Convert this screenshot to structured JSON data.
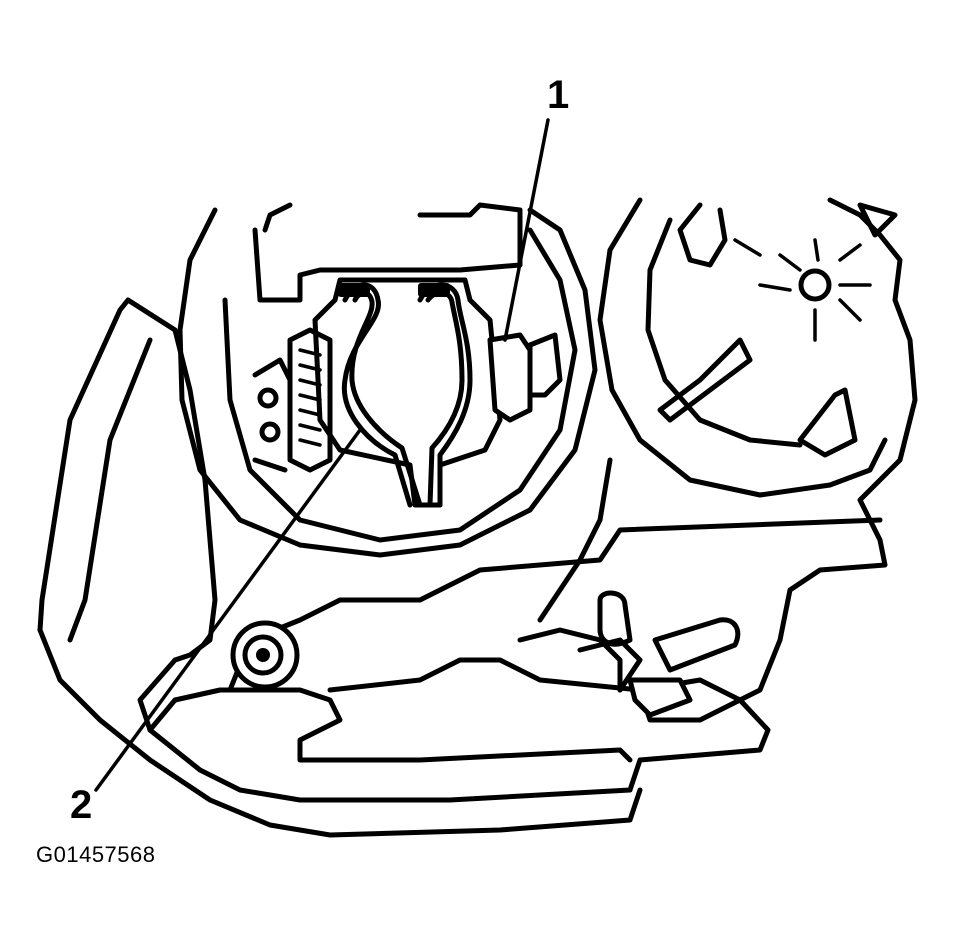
{
  "diagram": {
    "callouts": [
      {
        "id": "1",
        "label": "1"
      },
      {
        "id": "2",
        "label": "2"
      }
    ],
    "figure_id": "G01457568"
  }
}
